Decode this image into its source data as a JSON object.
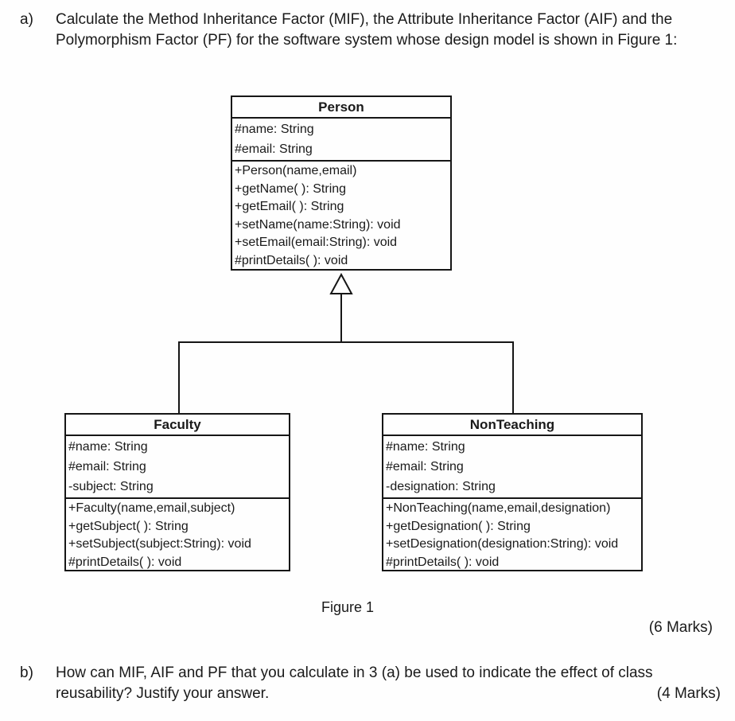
{
  "colors": {
    "background": "#fefefe",
    "text": "#1a1a1a",
    "border": "#161616"
  },
  "question_a": {
    "label": "a)",
    "text": "Calculate the Method Inheritance Factor (MIF), the Attribute Inheritance Factor (AIF) and the Polymorphism Factor (PF) for the software system whose design model is shown in Figure 1:",
    "marks": "(6 Marks)"
  },
  "figure": {
    "caption": "Figure 1"
  },
  "question_b": {
    "label": "b)",
    "text": "How can MIF, AIF and PF that you calculate in 3 (a) be used to indicate the effect of class reusability? Justify your answer.",
    "marks": "(4 Marks)"
  },
  "diagram": {
    "type": "uml-class-diagram",
    "inheritance": {
      "parent": "Person",
      "children": [
        "Faculty",
        "NonTeaching"
      ]
    },
    "classes": [
      {
        "name": "Person",
        "attributes": [
          "#name: String",
          "#email: String"
        ],
        "methods": [
          "+Person(name,email)",
          "+getName( ): String",
          "+getEmail( ): String",
          "+setName(name:String): void",
          "+setEmail(email:String): void",
          "#printDetails( ): void"
        ]
      },
      {
        "name": "Faculty",
        "attributes": [
          "#name: String",
          "#email: String",
          "-subject: String"
        ],
        "methods": [
          "+Faculty(name,email,subject)",
          "+getSubject( ): String",
          "+setSubject(subject:String): void",
          "#printDetails( ): void"
        ]
      },
      {
        "name": "NonTeaching",
        "attributes": [
          "#name: String",
          "#email: String",
          "-designation: String"
        ],
        "methods": [
          "+NonTeaching(name,email,designation)",
          "+getDesignation( ): String",
          "+setDesignation(designation:String): void",
          "#printDetails( ): void"
        ]
      }
    ]
  }
}
